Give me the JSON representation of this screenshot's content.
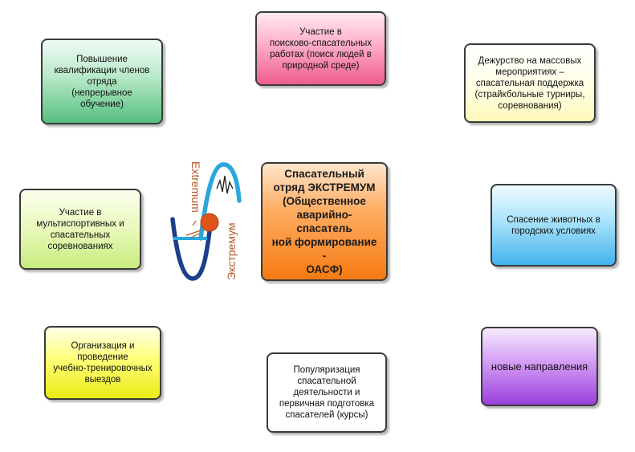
{
  "center": {
    "lines": [
      "Спасательный",
      "отряд ЭКСТРЕМУМ",
      "(Общественное",
      "аварийно-спасатель",
      "ной формирование -",
      "ОАСФ)"
    ]
  },
  "logo": {
    "text_latin": "Extremum",
    "text_cyrillic": "Экстремум",
    "colors": {
      "wave_dark": "#1c3f8a",
      "wave_light": "#2aa7dc",
      "dot": "#e0541c",
      "text": "#b5582b"
    }
  },
  "boxes": {
    "top_left": {
      "lines": [
        "Повышение",
        "квалификации членов",
        "отряда",
        "(непрерывное обучение)"
      ]
    },
    "top_center": {
      "lines": [
        "Участие в",
        "поисково-спасательных",
        "работах (поиск людей в",
        "природной среде)"
      ]
    },
    "top_right": {
      "lines": [
        "Дежурство на массовых",
        "мероприятиях –",
        "спасательная поддержка",
        "(страйкбольные турниры,",
        "соревнования)"
      ]
    },
    "mid_left": {
      "lines": [
        "Участие в",
        "мультиспортивных и",
        "спасательных",
        "соревнованиях"
      ]
    },
    "mid_right": {
      "lines": [
        "Спасение животных в",
        "городских условиях"
      ]
    },
    "bottom_left": {
      "lines": [
        "Организация и",
        "проведение",
        "учебно-тренировочных",
        "выездов"
      ]
    },
    "bottom_center": {
      "lines": [
        "Популяризация",
        "спасательной",
        "деятельности и",
        "первичная подготовка",
        "спасателей (курсы)"
      ]
    },
    "bottom_right": {
      "lines": [
        "новые направления"
      ]
    }
  }
}
